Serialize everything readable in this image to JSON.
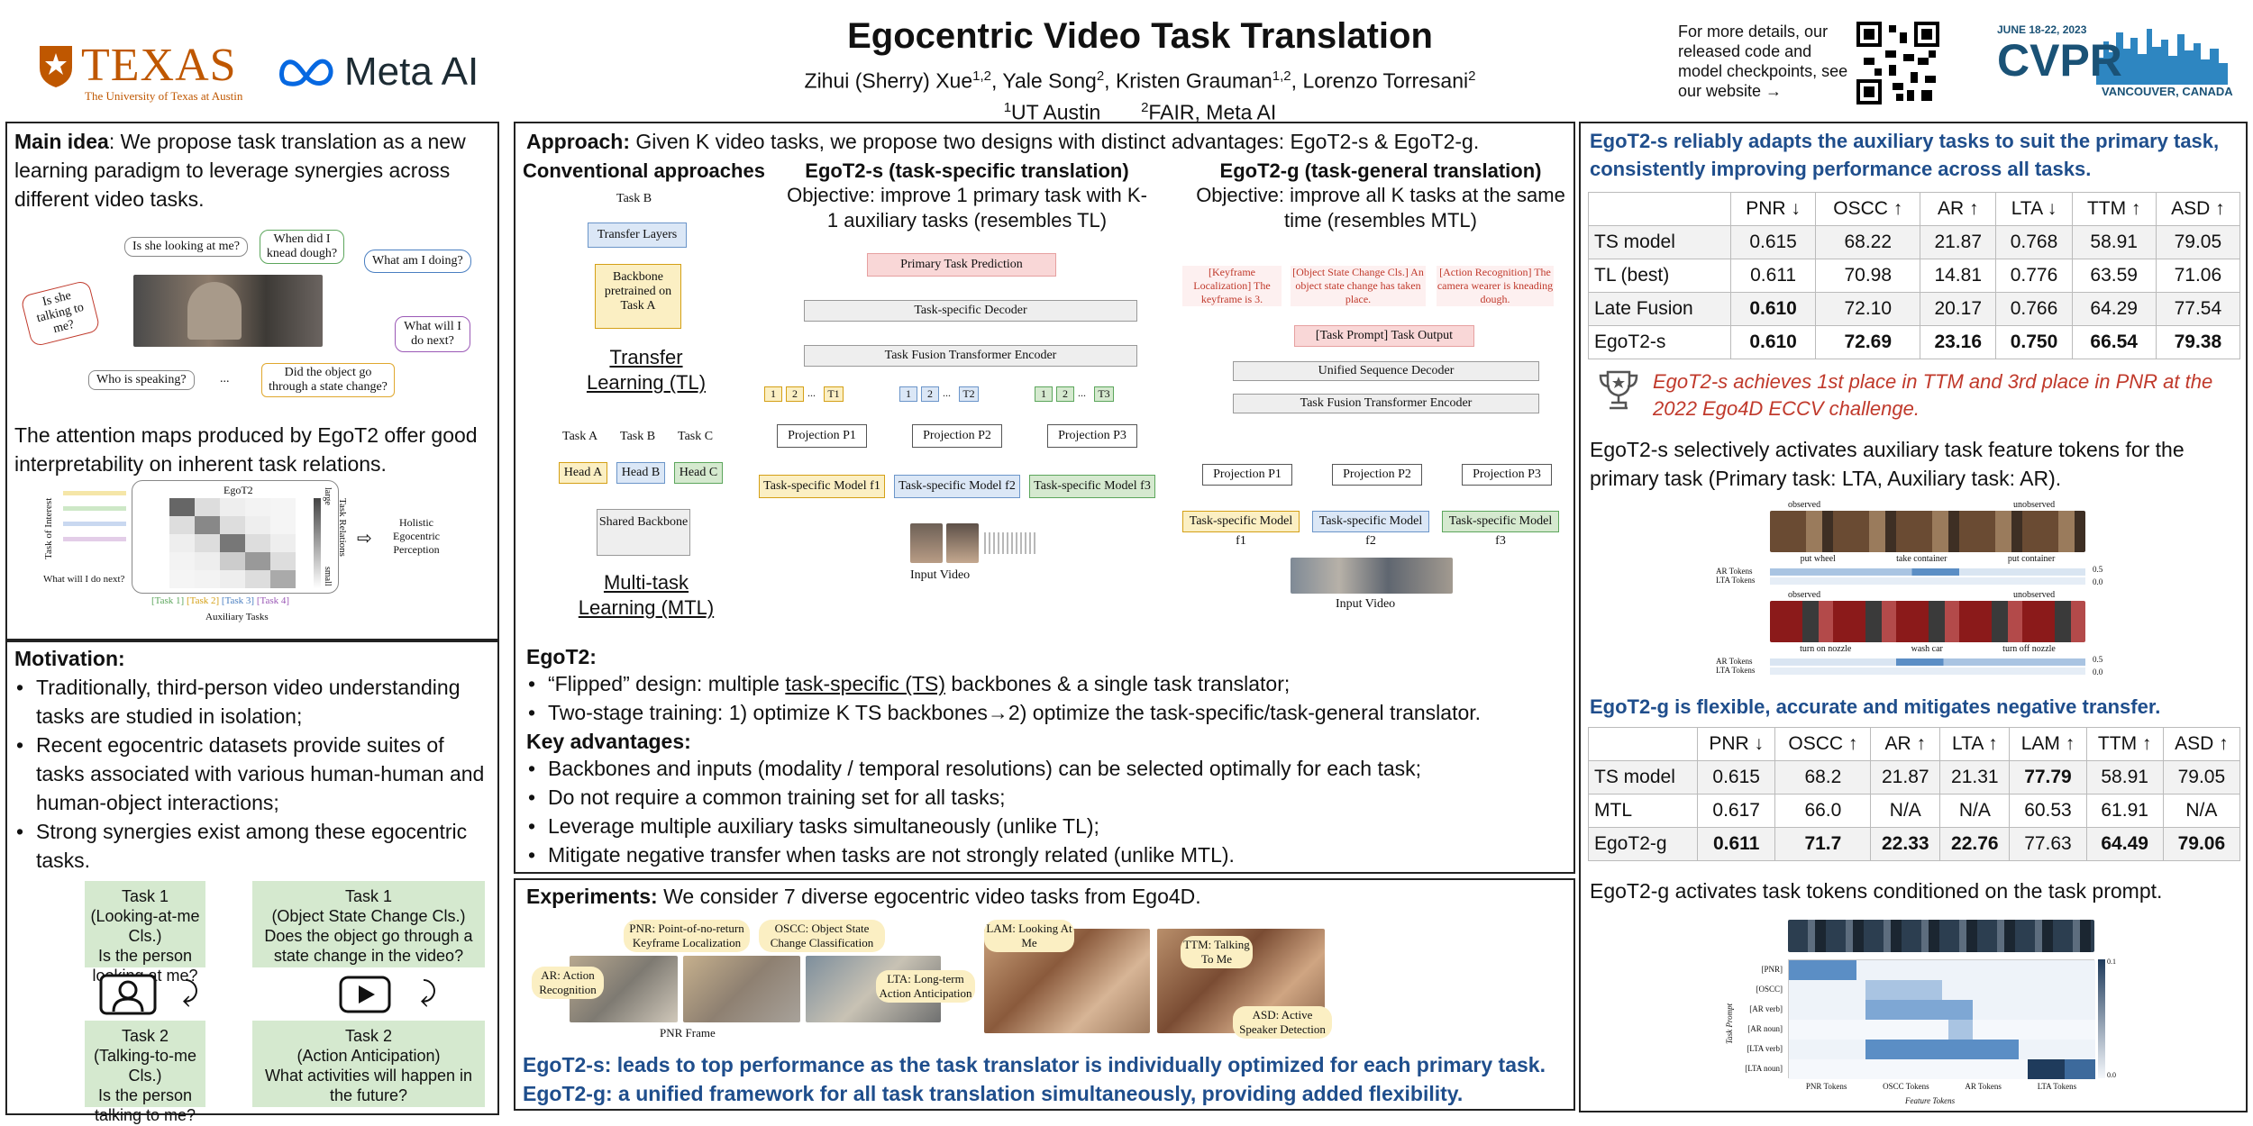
{
  "header": {
    "title": "Egocentric Video Task Translation",
    "authors": [
      {
        "name": "Zihui (Sherry) Xue",
        "sup": "1,2"
      },
      {
        "name": "Yale Song",
        "sup": "2"
      },
      {
        "name": "Kristen Grauman",
        "sup": "1,2"
      },
      {
        "name": "Lorenzo Torresani",
        "sup": "2"
      }
    ],
    "affiliations": [
      {
        "sup": "1",
        "name": "UT Austin"
      },
      {
        "sup": "2",
        "name": "FAIR, Meta AI"
      }
    ],
    "texas_logo": "TEXAS",
    "texas_sub": "The University of Texas at Austin",
    "meta_logo": "Meta AI",
    "details_note": "For more details, our released code and model checkpoints, see our website →",
    "cvpr": {
      "dates": "JUNE 18-22, 2023",
      "name": "CVPR",
      "place": "VANCOUVER, CANADA"
    }
  },
  "main_idea": {
    "label": "Main idea",
    "text": ": We propose task translation as a new learning paradigm to leverage synergies across different video tasks.",
    "bubbles": [
      "Is she looking at me?",
      "When did I knead dough?",
      "What am I doing?",
      "Is she talking to me?",
      "What will I do next?",
      "Who is speaking?",
      "...",
      "Did the object go through a state change?"
    ],
    "attention_text": "The attention maps produced by EgoT2 offer good interpretability on inherent task relations.",
    "attn_fig": {
      "title": "EgoT2",
      "task_of_interest": "Task of Interest",
      "what_next": "What will I do next?",
      "task_relations": "Task Relations",
      "large": "large",
      "small": "small",
      "holistic": "Holistic Egocentric Perception",
      "aux_label": "Auxiliary Tasks",
      "aux_tasks": [
        "[Task 1]",
        "[Task 2]",
        "[Task 3]",
        "[Task 4]"
      ]
    }
  },
  "motivation": {
    "label": "Motivation:",
    "bullets": [
      "Traditionally, third-person video understanding tasks are studied in isolation;",
      "Recent egocentric datasets provide suites of tasks associated with various human-human and human-object interactions;",
      "Strong synergies exist among these egocentric tasks."
    ],
    "tasks": [
      {
        "title": "Task 1",
        "sub": "(Looking-at-me Cls.)",
        "q": "Is the person looking at me?"
      },
      {
        "title": "Task 1",
        "sub": "(Object State Change Cls.)",
        "q": "Does the object go through a state change in the video?"
      },
      {
        "title": "Task 2",
        "sub": "(Talking-to-me Cls.)",
        "q": "Is the person talking to me?"
      },
      {
        "title": "Task 2",
        "sub": "(Action Anticipation)",
        "q": "What activities will happen in the future?"
      }
    ]
  },
  "approach": {
    "label": "Approach:",
    "text": " Given K video tasks, we propose two designs with distinct advantages: EgoT2-s & EgoT2-g.",
    "conv_head": "Conventional approaches",
    "tl": {
      "task_b": "Task B",
      "transfer_layers": "Transfer Layers",
      "backbone": "Backbone pretrained on Task A",
      "label": "Transfer Learning (TL)"
    },
    "mtl": {
      "tasks": [
        "Task A",
        "Task B",
        "Task C"
      ],
      "heads": [
        "Head A",
        "Head B",
        "Head C"
      ],
      "backbone": "Shared Backbone",
      "label": "Multi-task Learning (MTL)"
    },
    "s_head": "EgoT2-s (task-specific translation)",
    "s_obj": "Objective: improve 1 primary task with K-1 auxiliary tasks (resembles TL)",
    "g_head": "EgoT2-g (task-general translation)",
    "g_obj": "Objective: improve all K tasks at the same time (resembles MTL)",
    "s_diag": {
      "pred": "Primary Task Prediction",
      "decoder": "Task-specific Decoder",
      "encoder": "Task Fusion Transformer Encoder",
      "projections": [
        "Projection P1",
        "Projection P2",
        "Projection P3"
      ],
      "models": [
        "Task-specific Model f1",
        "Task-specific Model f2",
        "Task-specific Model f3"
      ],
      "input": "Input Video",
      "tokens": [
        "1",
        "2",
        "...",
        "T1",
        "1",
        "2",
        "...",
        "T2",
        "1",
        "2",
        "...",
        "T3"
      ]
    },
    "g_diag": {
      "keyframe": "[Keyframe Localization] The keyframe is 3.",
      "osc": "[Object State Change Cls.] An object state change has taken place.",
      "ar": "[Action Recognition] The camera wearer is kneading dough.",
      "prompt": "[Task Prompt] Task Output",
      "decoder": "Unified Sequence Decoder",
      "encoder": "Task Fusion Transformer Encoder",
      "projections": [
        "Projection P1",
        "Projection P2",
        "Projection P3"
      ],
      "models": [
        "Task-specific Model f1",
        "Task-specific Model f2",
        "Task-specific Model f3"
      ],
      "input": "Input Video"
    },
    "egot2_label": "EgoT2:",
    "egot2_bullets": [
      {
        "pre": "“Flipped” design: multiple ",
        "u": "task-specific (TS)",
        "post": "  backbones & a single task translator;"
      },
      {
        "pre": "Two-stage training: 1) optimize K TS backbones→2) optimize the task-specific/task-general translator.",
        "u": "",
        "post": ""
      }
    ],
    "adv_label": "Key advantages:",
    "adv_bullets": [
      "Backbones and inputs (modality / temporal resolutions) can be selected optimally for each task;",
      "Do not require a common training set for all tasks;",
      "Leverage multiple auxiliary tasks simultaneously (unlike TL);",
      "Mitigate negative transfer when tasks are not strongly related (unlike MTL)."
    ]
  },
  "experiments": {
    "label": "Experiments:",
    "text": " We consider 7 diverse egocentric video tasks from Ego4D.",
    "tags": [
      "PNR: Point-of-no-return Keyframe Localization",
      "OSCC: Object State Change Classification",
      "AR: Action Recognition",
      "LTA: Long-term Action Anticipation",
      "LAM: Looking At Me",
      "TTM: Talking To Me",
      "ASD: Active Speaker Detection"
    ],
    "pnr_frame": "PNR Frame",
    "s_line": "EgoT2-s: leads to top performance as the task translator is individually optimized for each primary task.",
    "g_line": "EgoT2-g: a unified framework for all task translation simultaneously, providing added flexibility."
  },
  "results": {
    "s_head": "EgoT2-s reliably adapts the auxiliary tasks to suit the primary task, consistently improving performance across all tasks.",
    "table1": {
      "cols": [
        "",
        "PNR ↓",
        "OSCC ↑",
        "AR ↑",
        "LTA ↓",
        "TTM ↑",
        "ASD ↑"
      ],
      "rows": [
        [
          "TS model",
          "0.615",
          "68.22",
          "21.87",
          "0.768",
          "58.91",
          "79.05"
        ],
        [
          "TL (best)",
          "0.611",
          "70.98",
          "14.81",
          "0.776",
          "63.59",
          "71.06"
        ],
        [
          "Late Fusion",
          "0.610",
          "72.10",
          "20.17",
          "0.766",
          "64.29",
          "77.54"
        ],
        [
          "EgoT2-s",
          "0.610",
          "72.69",
          "23.16",
          "0.750",
          "66.54",
          "79.38"
        ]
      ]
    },
    "award": "EgoT2-s achieves 1st place in TTM and 3rd place in PNR at the 2022 Ego4D ECCV challenge.",
    "s_activation": "EgoT2-s selectively activates auxiliary task feature tokens for the primary task (Primary task: LTA, Auxiliary task: AR).",
    "act_fig": {
      "observed": "observed",
      "unobserved": "unobserved",
      "row1": [
        "put wheel",
        "take container",
        "put container"
      ],
      "row2": [
        "turn on nozzle",
        "wash car",
        "turn off nozzle"
      ],
      "ar_tokens": "AR Tokens",
      "lta_tokens": "LTA Tokens",
      "scale": [
        "0.5",
        "0.0"
      ]
    },
    "g_head": "EgoT2-g is flexible, accurate and mitigates negative transfer.",
    "table2": {
      "cols": [
        "",
        "PNR ↓",
        "OSCC ↑",
        "AR ↑",
        "LTA ↑",
        "LAM ↑",
        "TTM ↑",
        "ASD ↑"
      ],
      "rows": [
        [
          "TS model",
          "0.615",
          "68.2",
          "21.87",
          "21.31",
          "77.79",
          "58.91",
          "79.05"
        ],
        [
          "MTL",
          "0.617",
          "66.0",
          "N/A",
          "N/A",
          "60.53",
          "61.91",
          "N/A"
        ],
        [
          "EgoT2-g",
          "0.611",
          "71.7",
          "22.33",
          "22.76",
          "77.63",
          "64.49",
          "79.06"
        ]
      ]
    },
    "g_activation": "EgoT2-g activates task tokens conditioned on the task prompt.",
    "heat_fig": {
      "ylabel": "Task Prompt",
      "xlabel": "Feature Tokens",
      "rows": [
        "[PNR]",
        "[OSCC]",
        "[AR verb]",
        "[AR noun]",
        "[LTA verb]",
        "[LTA noun]"
      ],
      "cols": [
        "PNR Tokens",
        "OSCC Tokens",
        "AR Tokens",
        "LTA Tokens"
      ],
      "scale": [
        "0.1",
        "0.0"
      ]
    }
  },
  "colors": {
    "blue_head": "#1f4e8c",
    "award_red": "#c0392b",
    "texas_orange": "#bf5700",
    "task_green": "#d5e9cf"
  }
}
